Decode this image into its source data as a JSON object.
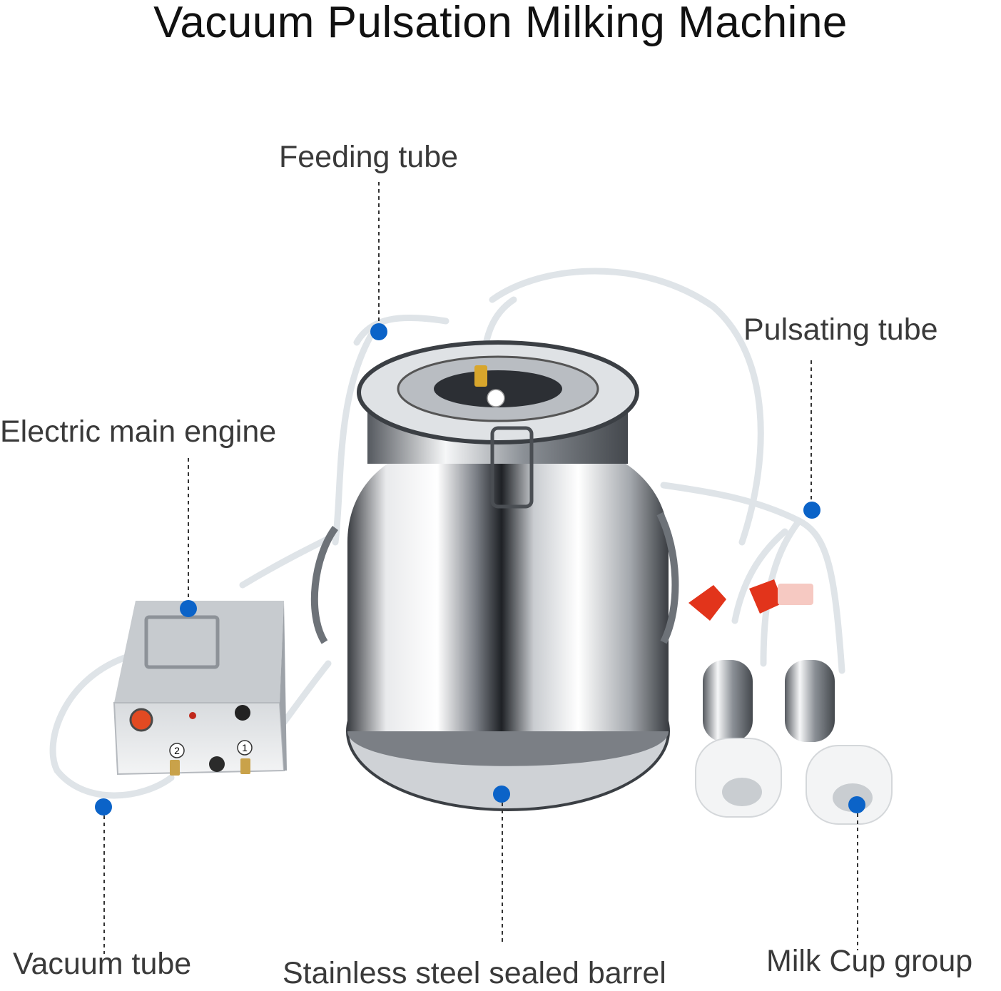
{
  "title": "Vacuum Pulsation Milking Machine",
  "labels": {
    "feeding_tube": "Feeding tube",
    "pulsating_tube": "Pulsating tube",
    "electric_main_engine": "Electric main engine",
    "vacuum_tube": "Vacuum tube",
    "barrel": "Stainless steel sealed barrel",
    "milk_cup_group": "Milk Cup group"
  },
  "device_markings": {
    "port_1": "1",
    "port_2": "2"
  },
  "colors": {
    "marker": "#0b63c8",
    "steel_light": "#f4f5f7",
    "steel_dark": "#2b2e33",
    "valve_red": "#e2341b",
    "tube": "#e6eaee"
  }
}
